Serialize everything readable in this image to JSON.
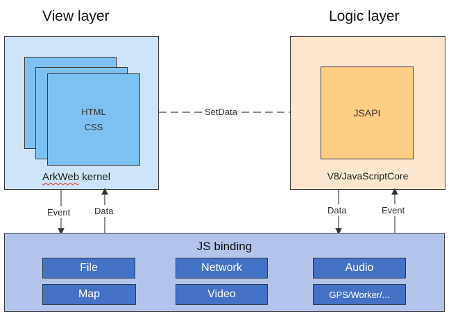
{
  "view_layer": {
    "title": "View layer",
    "cards": [
      "HTML",
      "CSS"
    ],
    "kernel_spell_word": "ArkWeb",
    "kernel_rest": " kernel",
    "color": "#cde3f7",
    "card_color": "#7dc1f2"
  },
  "logic_layer": {
    "title": "Logic layer",
    "inner": "JSAPI",
    "engine": "V8/JavaScriptCore",
    "color": "#fde6cf",
    "inner_color": "#fdcc85"
  },
  "connector": {
    "label": "SetData",
    "style": "dashed"
  },
  "arrows": {
    "view_down": "Event",
    "view_up": "Data",
    "logic_down": "Data",
    "logic_up": "Event"
  },
  "js_binding": {
    "title": "JS binding",
    "color": "#b3c3ea",
    "module_color": "#4472c4",
    "modules": [
      [
        "File",
        "Network",
        "Audio"
      ],
      [
        "Map",
        "Video",
        "GPS/Worker/..."
      ]
    ]
  }
}
